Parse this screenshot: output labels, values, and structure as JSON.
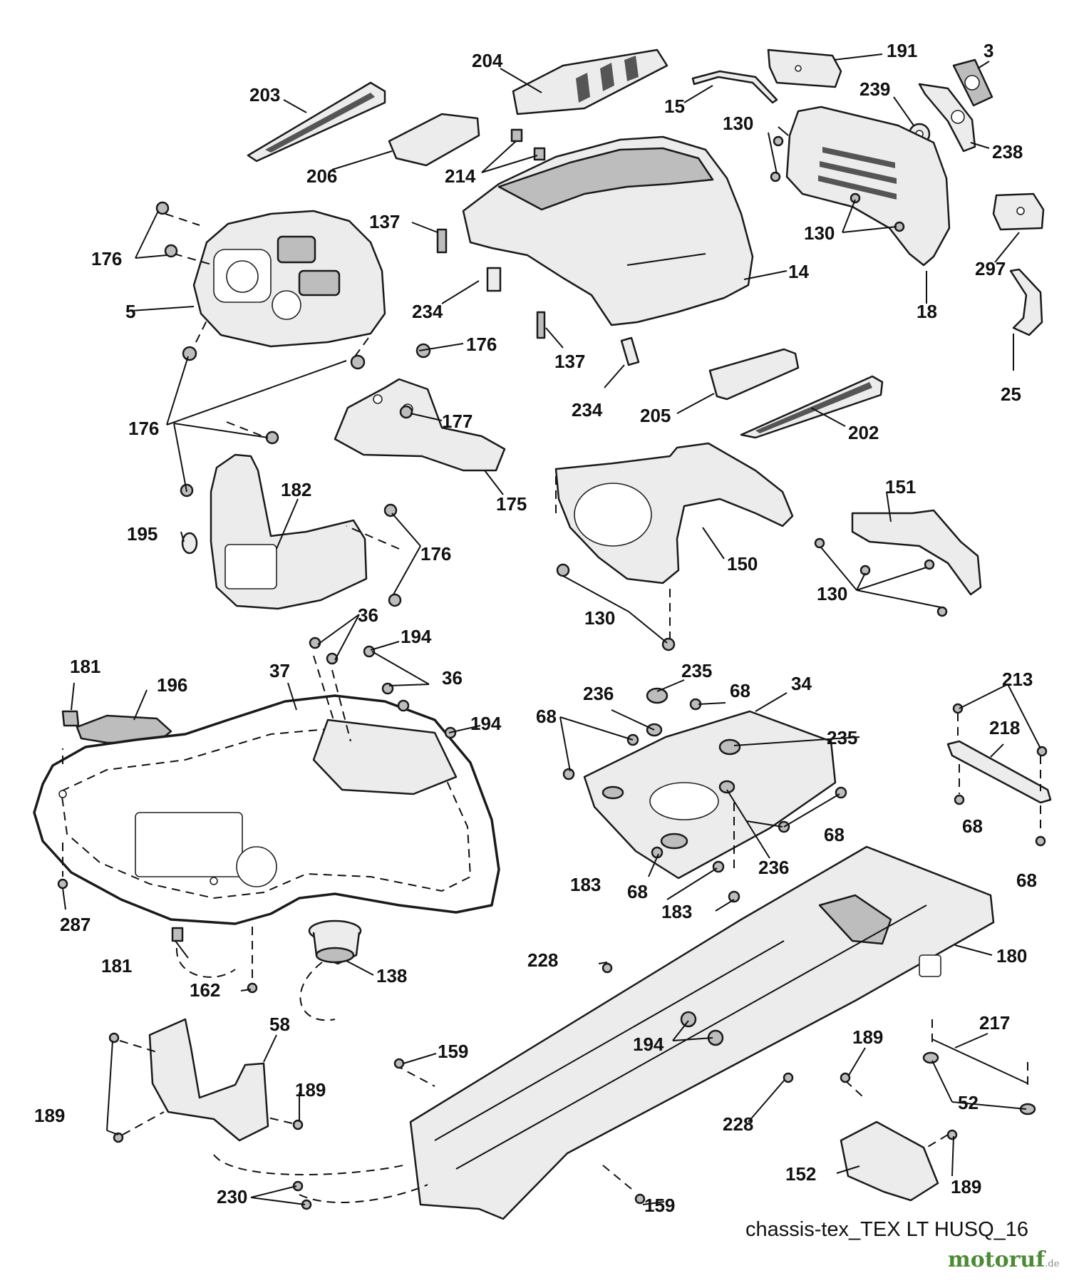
{
  "diagram": {
    "caption": "chassis-tex_TEX LT HUSQ_16",
    "watermark": "motoruf",
    "watermark_tld": ".de",
    "callouts": {
      "c191": "191",
      "c3": "3",
      "c204": "204",
      "c203": "203",
      "c15": "15",
      "c239": "239",
      "c130a": "130",
      "c238": "238",
      "c206": "206",
      "c214": "214",
      "c137a": "137",
      "c176a": "176",
      "c130b": "130",
      "c297": "297",
      "c14": "14",
      "c5": "5",
      "c234a": "234",
      "c18": "18",
      "c176b": "176",
      "c137b": "137",
      "c25": "25",
      "c234b": "234",
      "c205": "205",
      "c202": "202",
      "c176c": "176",
      "c177": "177",
      "c182": "182",
      "c151": "151",
      "c195": "195",
      "c175": "175",
      "c176d": "176",
      "c150": "150",
      "c130c": "130",
      "c130d": "130",
      "c36a": "36",
      "c194a": "194",
      "c181a": "181",
      "c37": "37",
      "c196": "196",
      "c36b": "36",
      "c235a": "235",
      "c34": "34",
      "c68a": "68",
      "c236a": "236",
      "c213": "213",
      "c68b": "68",
      "c194b": "194",
      "c235b": "235",
      "c218": "218",
      "c68c": "68",
      "c68d": "68",
      "c236b": "236",
      "c287": "287",
      "c183a": "183",
      "c68e": "68",
      "c68f": "68",
      "c183b": "183",
      "c181b": "181",
      "c138": "138",
      "c162": "162",
      "c228a": "228",
      "c180": "180",
      "c58": "58",
      "c217": "217",
      "c189a": "189",
      "c194c": "194",
      "c159a": "159",
      "c189b": "189",
      "c189c": "189",
      "c52": "52",
      "c228b": "228",
      "c152": "152",
      "c230": "230",
      "c159b": "159",
      "c189d": "189"
    }
  }
}
